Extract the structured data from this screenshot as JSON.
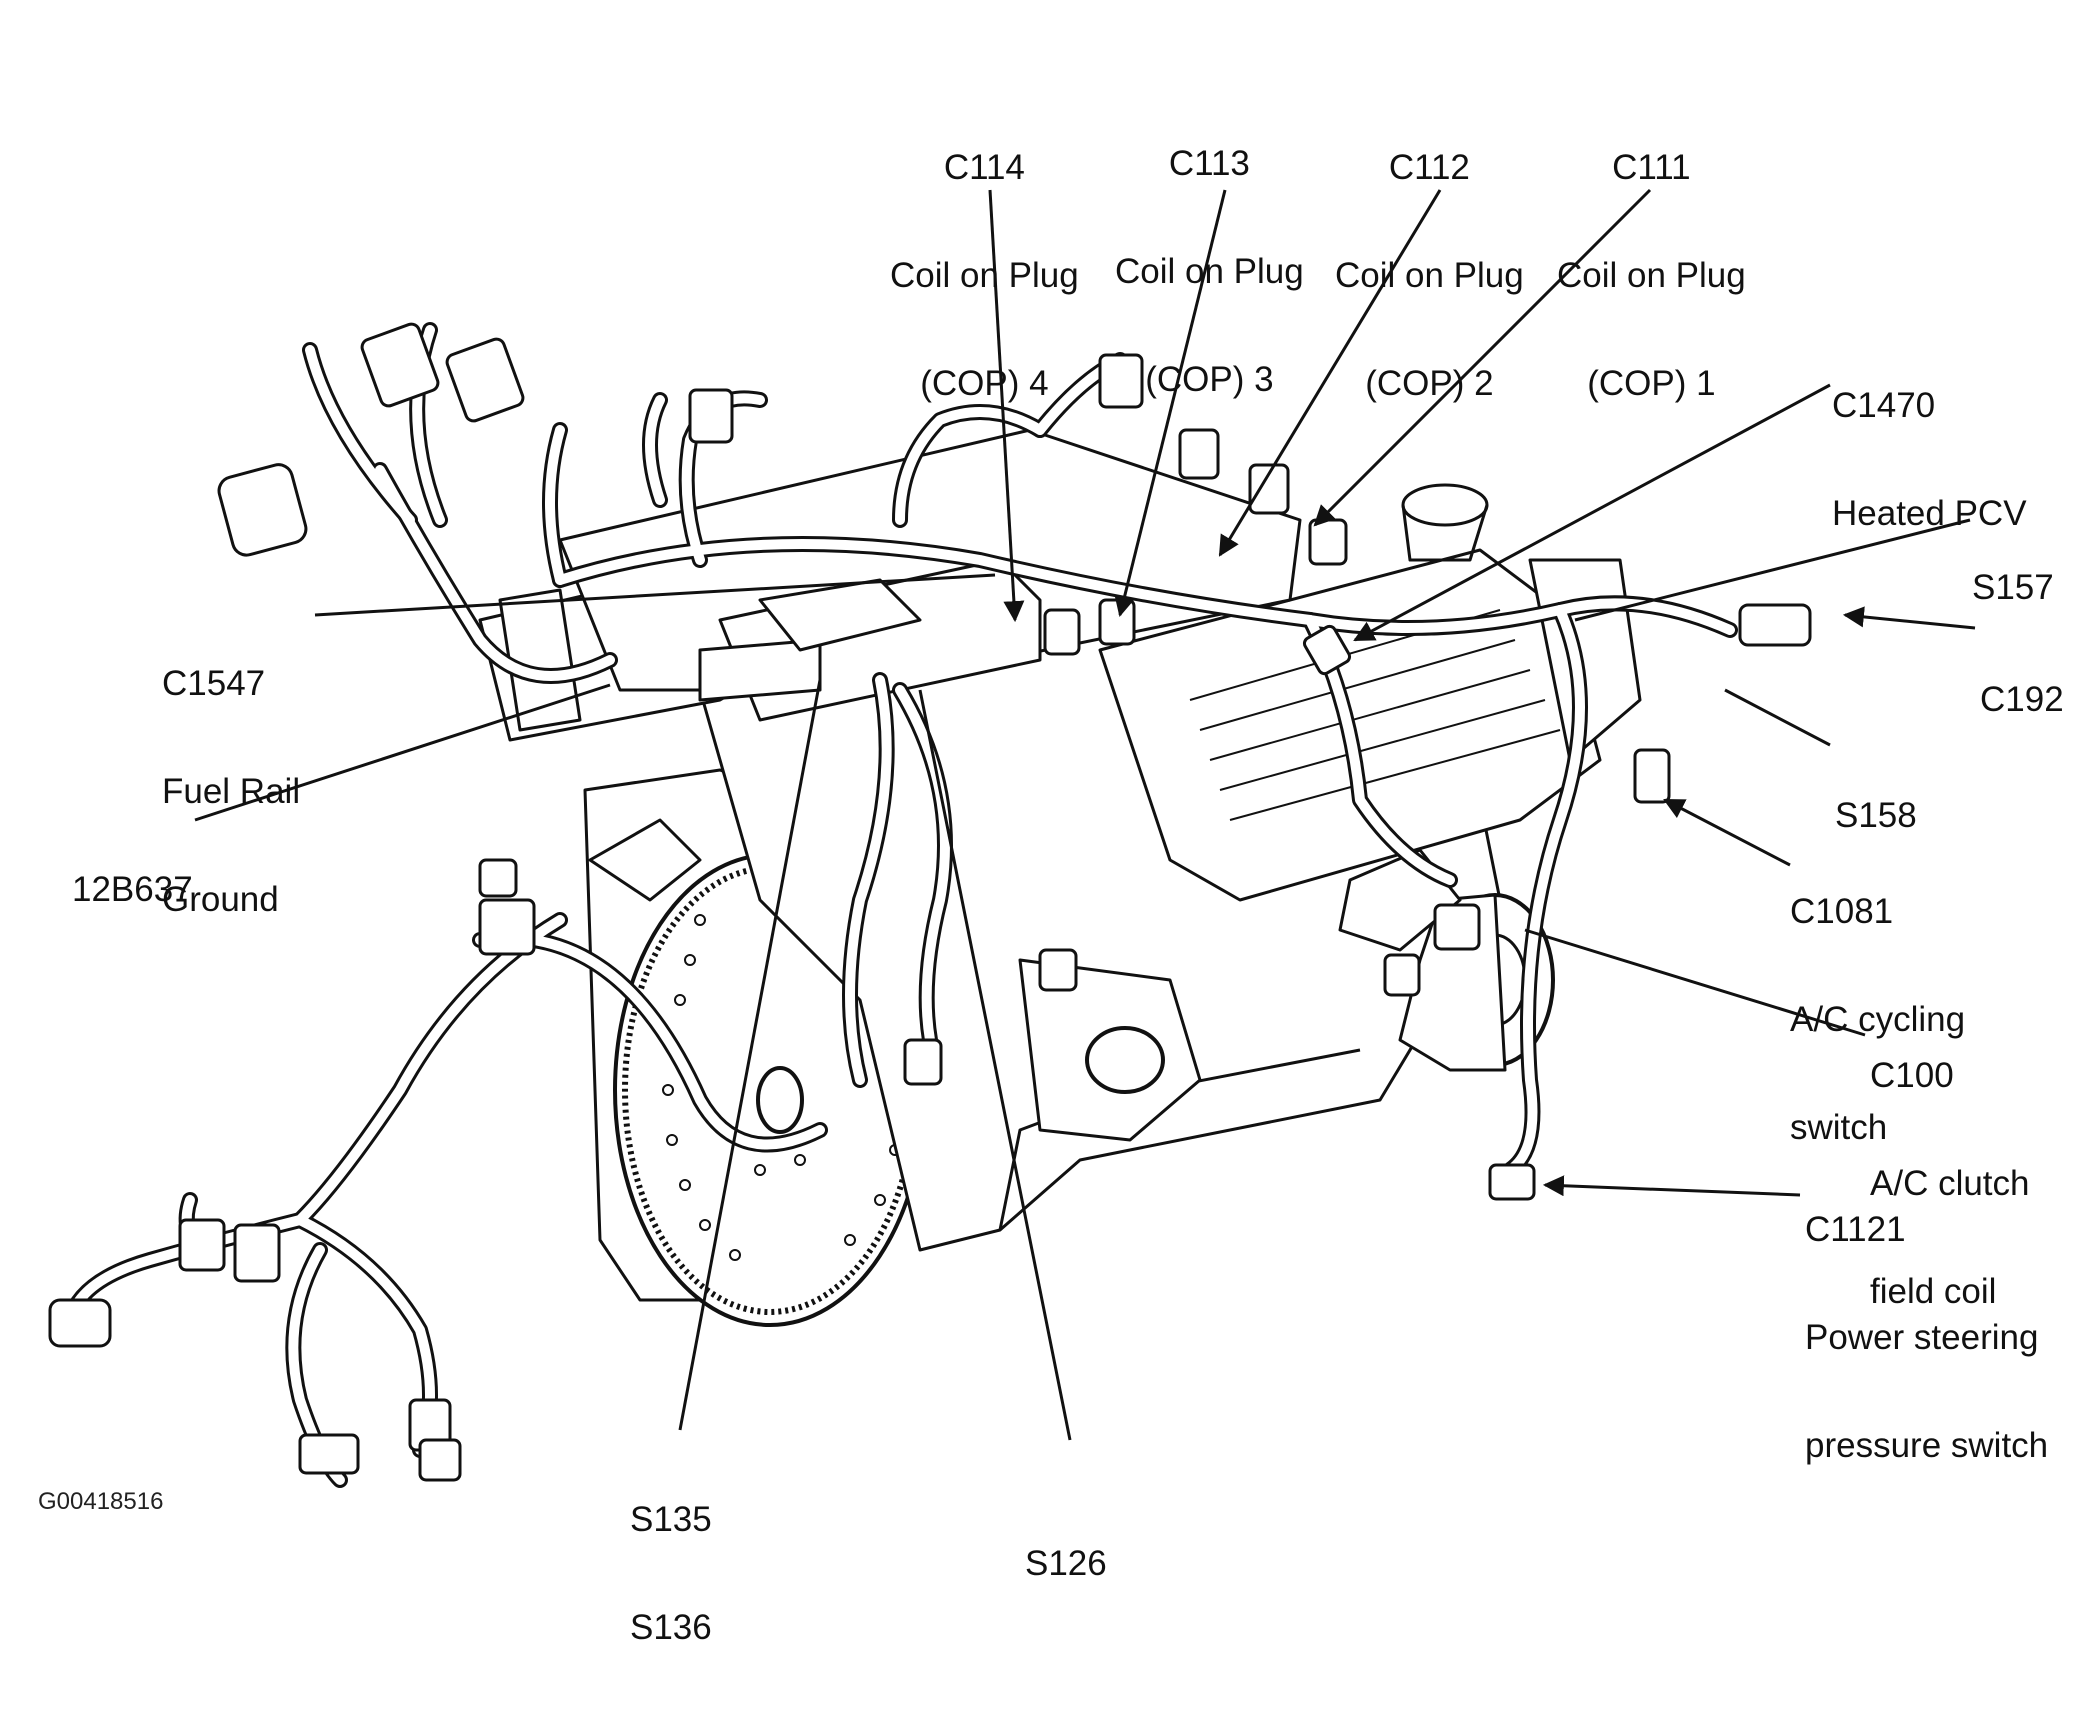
{
  "figure_id": "G00418516",
  "colors": {
    "ink": "#111111",
    "background": "#ffffff"
  },
  "callouts": {
    "c114": [
      "C114",
      "Coil on Plug",
      "(COP) 4"
    ],
    "c113": [
      "C113",
      "Coil on Plug",
      "(COP) 3"
    ],
    "c112": [
      "C112",
      "Coil on Plug",
      "(COP) 2"
    ],
    "c111": [
      "C111",
      "Coil on Plug",
      "(COP) 1"
    ],
    "c1470": [
      "C1470",
      "Heated PCV"
    ],
    "s157": [
      "S157"
    ],
    "c192": [
      "C192"
    ],
    "s158": [
      "S158"
    ],
    "c1547": [
      "C1547",
      "Fuel Rail",
      "Ground"
    ],
    "p12b637": [
      "12B637"
    ],
    "c1081": [
      "C1081",
      "A/C cycling",
      "switch"
    ],
    "c100": [
      "C100",
      "A/C clutch",
      "field coil"
    ],
    "c1121": [
      "C1121",
      "Power steering",
      "pressure switch"
    ],
    "s135_s136": [
      "S135",
      "S136"
    ],
    "s126": [
      "S126"
    ]
  }
}
